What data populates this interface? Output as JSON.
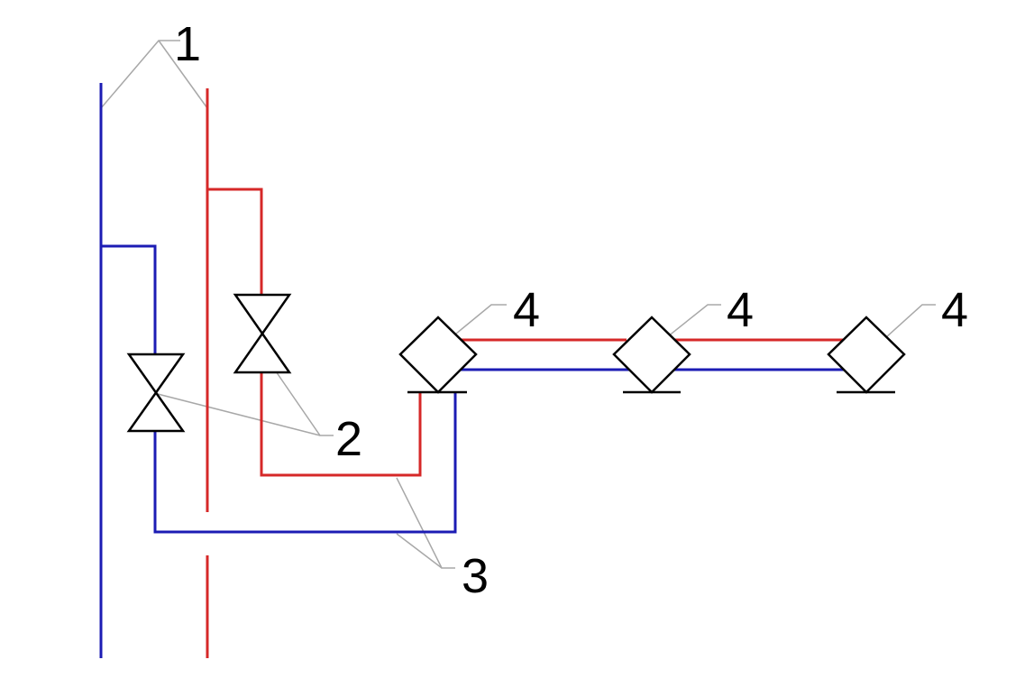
{
  "colors": {
    "supply": "#d62828",
    "return": "#1c1cb4",
    "symbol": "#000000",
    "leader": "#a8a8a8"
  },
  "labels": {
    "risers": "1",
    "valves": "2",
    "branch_pipes": "3",
    "radiator_1": "4",
    "radiator_2": "4",
    "radiator_3": "4"
  }
}
